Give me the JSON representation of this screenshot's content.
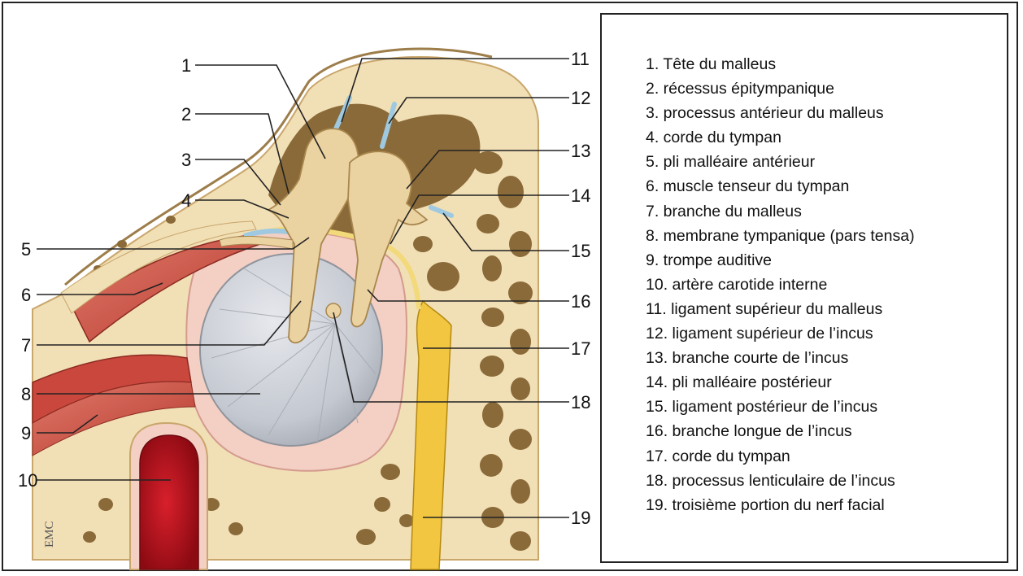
{
  "diagram": {
    "numbers": [
      "1",
      "2",
      "3",
      "4",
      "5",
      "6",
      "7",
      "8",
      "9",
      "10",
      "11",
      "12",
      "13",
      "14",
      "15",
      "16",
      "17",
      "18",
      "19"
    ],
    "watermark": "EMC"
  },
  "legend": {
    "items": [
      "1. Tête du malleus",
      "2. récessus épitympanique",
      "3. processus antérieur du malleus",
      "4. corde du tympan",
      "5. pli malléaire antérieur",
      "6. muscle tenseur du tympan",
      "7. branche du malleus",
      "8. membrane tympanique (pars tensa)",
      "9. trompe auditive",
      "10. artère carotide interne",
      "11. ligament supérieur du malleus",
      "12. ligament supérieur de l’incus",
      "13. branche courte de l’incus",
      "14. pli malléaire postérieur",
      "15. ligament postérieur de l’incus",
      "16. branche longue de l’incus",
      "17. corde du tympan",
      "18. processus lenticulaire de l’incus",
      "19. troisième portion du nerf facial"
    ]
  },
  "colors": {
    "bone": "#f1dfb6",
    "bone_edge": "#c9a66b",
    "cavity": "#8a6a38",
    "muscle": "#c9473d",
    "artery": "#c8101e",
    "membrane": "#c9ccd3",
    "ossicle": "#e9d4a6",
    "nerve": "#f2c640",
    "ligament": "#9ec9e0"
  }
}
